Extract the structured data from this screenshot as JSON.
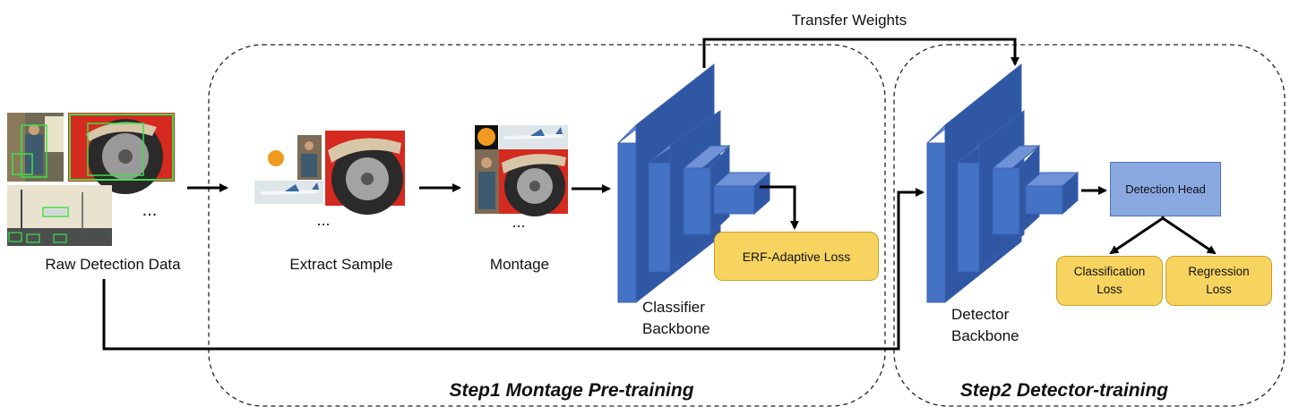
{
  "labels": {
    "transfer_weights": "Transfer Weights",
    "raw_detection_data": "Raw Detection Data",
    "extract_sample": "Extract Sample",
    "montage": "Montage",
    "classifier_backbone_1": "Classifier",
    "classifier_backbone_2": "Backbone",
    "detector_backbone_1": "Detector",
    "detector_backbone_2": "Backbone",
    "detection_head": "Detection Head",
    "erf_loss": "ERF-Adaptive Loss",
    "cls_loss_1": "Classification",
    "cls_loss_2": "Loss",
    "reg_loss_1": "Regression",
    "reg_loss_2": "Loss",
    "ellipsis": "...",
    "ellipsis_small": "..."
  },
  "steps": {
    "step1": "Step1 Montage Pre-training",
    "step2": "Step2 Detector-training"
  },
  "colors": {
    "backbone_front": "#4472c4",
    "backbone_top": "#6f93d6",
    "backbone_side": "#2f57a3",
    "loss_fill": "#f7d35f",
    "head_fill": "#8aa9e0",
    "bbox_green": "#3ee04a",
    "arrow": "#000000"
  }
}
